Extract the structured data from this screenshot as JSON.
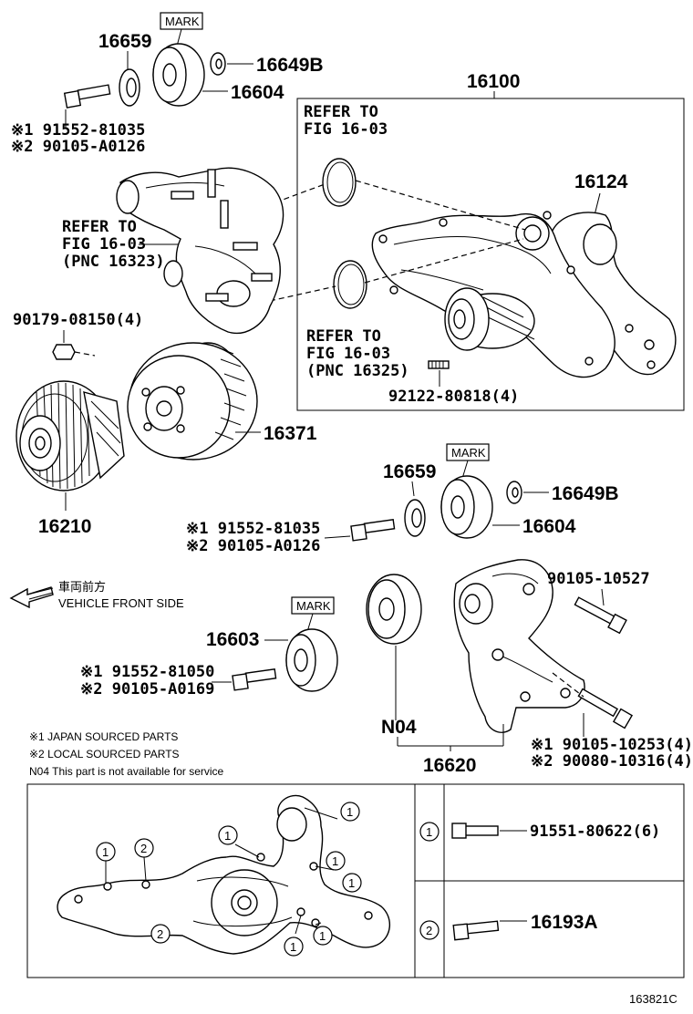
{
  "labels": {
    "p16659_top": "16659",
    "mark_top": "MARK",
    "p16649b_top": "16649B",
    "p16604_top": "16604",
    "p16100": "16100",
    "ref1_l1": "REFER TO",
    "ref1_l2": "FIG 16-03",
    "n1_top": "※1 91552-81035",
    "n2_top": "※2 90105-A0126",
    "p16124": "16124",
    "ref2_l1": "REFER TO",
    "ref2_l2": "FIG 16-03",
    "ref2_l3": "(PNC 16323)",
    "p90179": "90179-08150(4)",
    "ref3_l1": "REFER TO",
    "ref3_l2": "FIG 16-03",
    "ref3_l3": "(PNC 16325)",
    "p92122": "92122-80818(4)",
    "p16371": "16371",
    "p16210": "16210",
    "mark_mid": "MARK",
    "p16659_mid": "16659",
    "p16649b_mid": "16649B",
    "p16604_mid": "16604",
    "n1_mid": "※1 91552-81035",
    "n2_mid": "※2 90105-A0126",
    "front_jp": "車両前方",
    "front_en": "VEHICLE FRONT SIDE",
    "mark_low": "MARK",
    "p16603": "16603",
    "n1_low": "※1 91552-81050",
    "n2_low": "※2 90105-A0169",
    "p90105_10527": "90105-10527",
    "n04": "N04",
    "p16620": "16620",
    "n1_br": "※1 90105-10253(4)",
    "n2_br": "※2 90080-10316(4)",
    "note1": "※1 JAPAN SOURCED PARTS",
    "note2": "※2 LOCAL SOURCED PARTS",
    "note3": "N04  This part is not available for service",
    "legend_1": "1",
    "legend_2": "2",
    "legend_p1": "91551-80622(6)",
    "legend_p2": "16193A",
    "fig_code": "163821C"
  },
  "bolt_position_markers": [
    "1",
    "2",
    "1",
    "1",
    "1",
    "1",
    "2",
    "1",
    "1"
  ]
}
